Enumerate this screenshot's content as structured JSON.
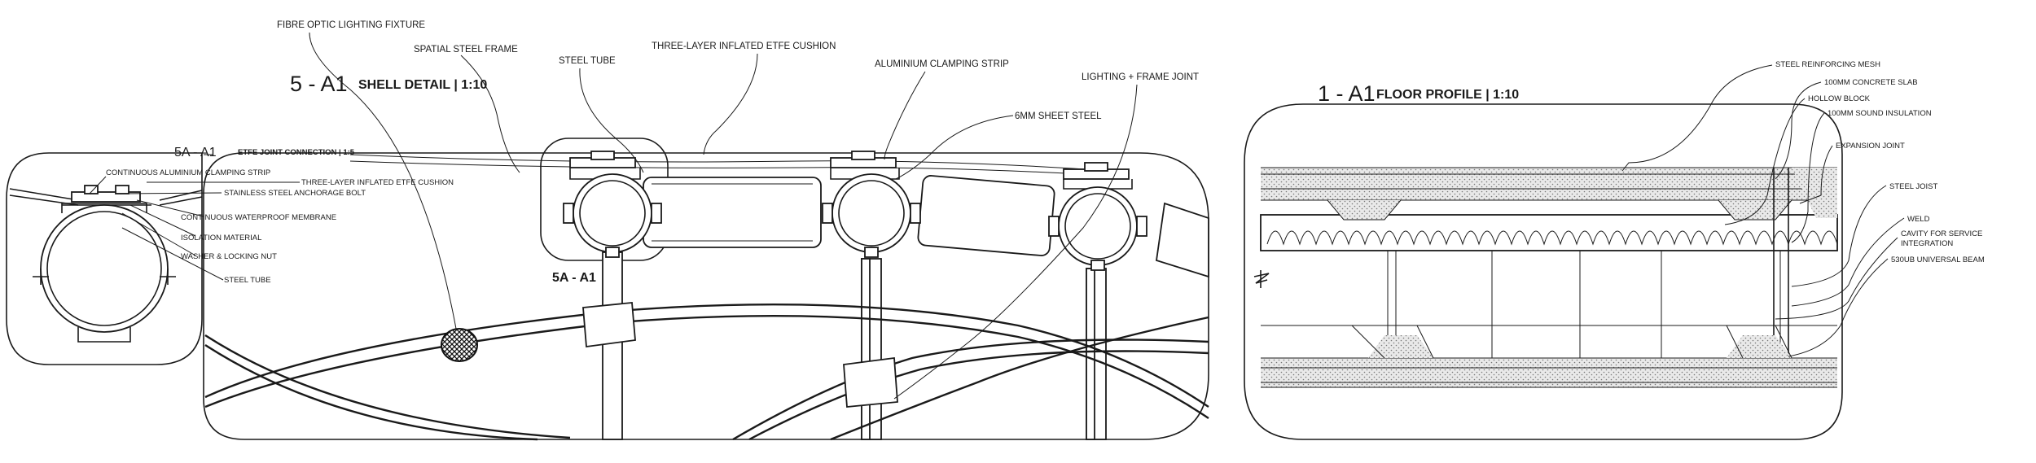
{
  "shell_detail": {
    "number": "5 - A1",
    "title": "SHELL DETAIL | 1:10",
    "labels": {
      "fibre_optic": "FIBRE OPTIC LIGHTING FIXTURE",
      "spatial_frame": "SPATIAL STEEL FRAME",
      "steel_tube": "STEEL TUBE",
      "etfe_cushion": "THREE-LAYER INFLATED ETFE CUSHION",
      "clamping_strip": "ALUMINIUM CLAMPING STRIP",
      "lighting_joint": "LIGHTING + FRAME JOINT",
      "sheet_steel": "6MM SHEET STEEL",
      "callout": "5A - A1"
    }
  },
  "joint_detail": {
    "number": "5A - A1",
    "title": "ETFE JOINT CONNECTION | 1:5",
    "labels": [
      "CONTINUOUS ALUMINIUM CLAMPING STRIP",
      "THREE-LAYER INFLATED ETFE CUSHION",
      "STAINLESS STEEL ANCHORAGE BOLT",
      "CONTINUOUS WATERPROOF MEMBRANE",
      "ISOLATION MATERIAL",
      "WASHER & LOCKING NUT",
      "STEEL TUBE"
    ]
  },
  "floor_profile": {
    "number": "1 - A1",
    "title": "FLOOR PROFILE | 1:10",
    "labels": [
      "STEEL REINFORCING MESH",
      "100MM  CONCRETE SLAB",
      "HOLLOW BLOCK",
      "100MM SOUND INSULATION",
      "EXPANSION JOINT",
      "STEEL JOIST",
      "WELD",
      "CAVITY FOR SERVICE",
      "INTEGRATION",
      "530UB UNIVERSAL BEAM"
    ]
  }
}
